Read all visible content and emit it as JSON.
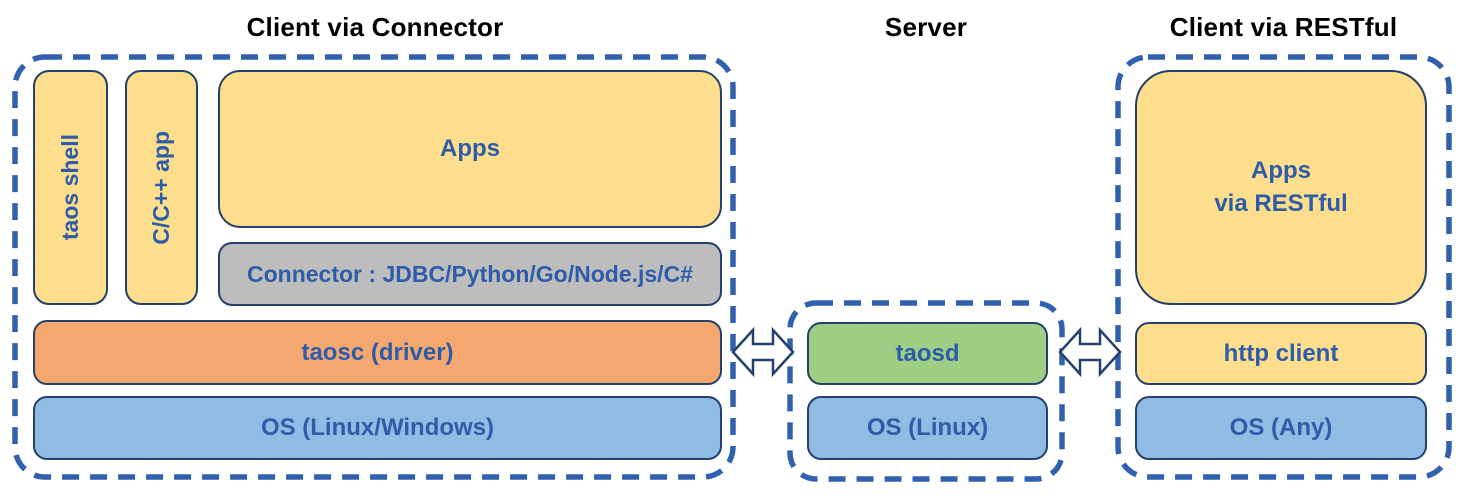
{
  "diagram": {
    "type": "architecture-diagram",
    "sections": {
      "connector_client": {
        "title": "Client via Connector",
        "boxes": {
          "taos_shell": "taos shell",
          "cpp_app": "C/C++ app",
          "apps": "Apps",
          "connector": "Connector : JDBC/Python/Go/Node.js/C#",
          "taosc": "taosc (driver)",
          "os": "OS (Linux/Windows)"
        }
      },
      "server": {
        "title": "Server",
        "boxes": {
          "taosd": "taosd",
          "os": "OS (Linux)"
        }
      },
      "restful_client": {
        "title": "Client via RESTful",
        "boxes": {
          "apps_line1": "Apps",
          "apps_line2": "via RESTful",
          "http_client": "http client",
          "os": "OS (Any)"
        }
      }
    },
    "connectors": {
      "left_arrow": "double-headed-arrow",
      "right_arrow": "double-headed-arrow"
    },
    "colors": {
      "yellow_box": "#FCDE8C",
      "orange_box": "#F5A770",
      "blue_box": "#8FBCE3",
      "green_box": "#9DCE84",
      "gray_box": "#BDBDBD",
      "dashed_border": "#3160AE",
      "box_border": "#24406B",
      "label_text": "#2E5CA8",
      "title_text": "#000000",
      "arrow_fill": "#FFFFFF"
    }
  }
}
